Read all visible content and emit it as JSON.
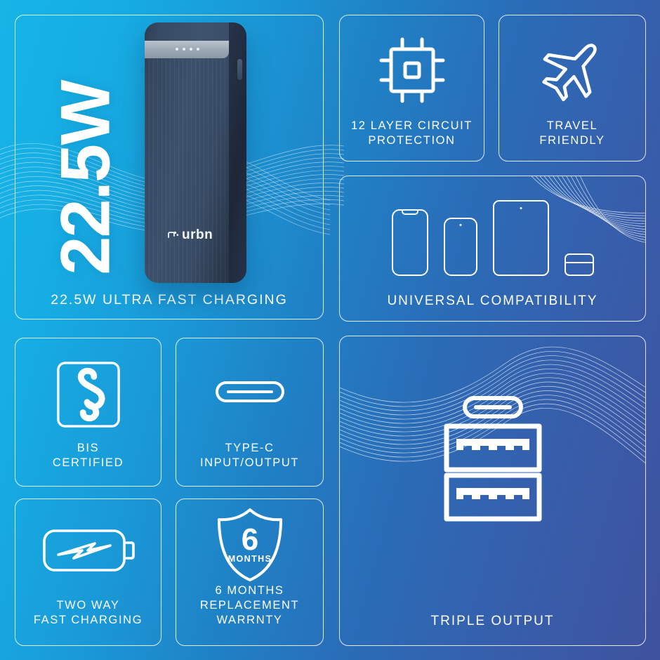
{
  "poster": {
    "brand": "urbn",
    "background_colors": {
      "start": "#17b4e6",
      "mid": "#1f82c6",
      "end": "#3f539f"
    },
    "accent_color": "#ffffff"
  },
  "hero": {
    "wattage_overlay": "22.5W",
    "caption": "22.5W ULTRA FAST CHARGING",
    "product": {
      "brand_logo_text": "urbn",
      "led_indicator_count": 4,
      "body_color": "#3a4d68"
    }
  },
  "features": [
    {
      "id": "circuit-protection",
      "icon": "chip-icon",
      "caption_line1": "12 LAYER CIRCUIT",
      "caption_line2": "PROTECTION"
    },
    {
      "id": "travel-friendly",
      "icon": "airplane-icon",
      "caption_line1": "TRAVEL",
      "caption_line2": "FRIENDLY"
    },
    {
      "id": "universal-compatibility",
      "icon": "devices-icon",
      "caption": "UNIVERSAL COMPATIBILITY",
      "devices": [
        "phone-with-notch",
        "phone-with-camera-dot",
        "tablet",
        "card-device"
      ]
    },
    {
      "id": "bis-certified",
      "icon": "bis-standard-mark-icon",
      "caption_line1": "BIS",
      "caption_line2": "CERTIFIED"
    },
    {
      "id": "type-c-io",
      "icon": "usb-type-c-port-icon",
      "caption_line1": "TYPE-C",
      "caption_line2": "INPUT/OUTPUT"
    },
    {
      "id": "two-way-charging",
      "icon": "battery-bolt-icon",
      "caption_line1": "TWO WAY",
      "caption_line2": "FAST CHARGING"
    },
    {
      "id": "replacement-warranty",
      "icon": "shield-icon",
      "shield_number": "6",
      "shield_unit": "MONTHS",
      "caption_line1": "6 MONTHS",
      "caption_line2": "REPLACEMENT",
      "caption_line3": "WARRNTY"
    },
    {
      "id": "triple-output",
      "icon": "ports-icon",
      "caption": "TRIPLE OUTPUT",
      "ports": [
        "usb-type-c",
        "usb-a",
        "usb-a"
      ]
    }
  ]
}
